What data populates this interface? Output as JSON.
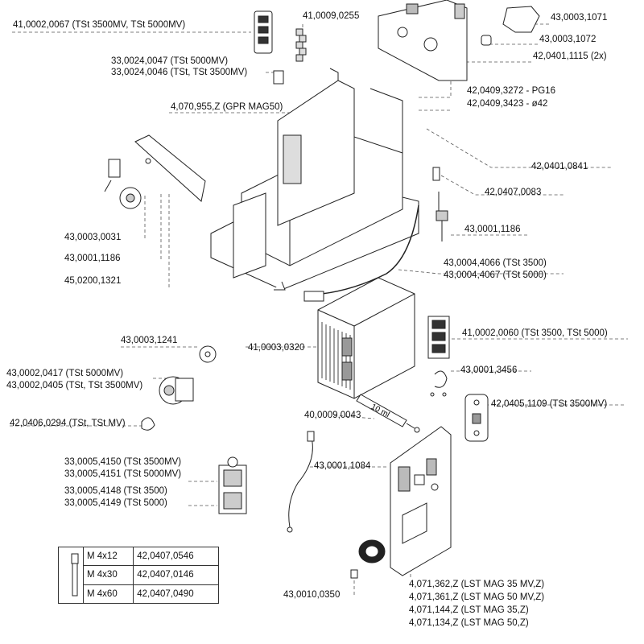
{
  "labels": {
    "l01": "41,0002,0067 (TSt 3500MV, TSt 5000MV)",
    "l02": "41,0009,0255",
    "l03": "43,0003,1071",
    "l04": "43,0003,1072",
    "l05": "42,0401,1115 (2x)",
    "l06": "33,0024,0047 (TSt 5000MV)",
    "l07": "33,0024,0046 (TSt, TSt 3500MV)",
    "l08": "42,0409,3272 - PG16",
    "l09": "42,0409,3423 - ø42",
    "l10": "4,070,955,Z  (GPR MAG50)",
    "l11": "42,0401,0841",
    "l12": "42,0407,0083",
    "l13": "43,0001,1186",
    "l14": "43,0003,0031",
    "l15": "43,0001,1186",
    "l16": "45,0200,1321",
    "l17": "43,0004,4066 (TSt 3500)",
    "l18": "43,0004,4067 (TSt 5000)",
    "l19": "43,0003,1241",
    "l20": "41,0003,0320",
    "l21": "41,0002,0060  (TSt 3500, TSt 5000)",
    "l22": "43,0002,0417 (TSt 5000MV)",
    "l23": "43,0002,0405 (TSt, TSt 3500MV)",
    "l24": "43,0001,3456",
    "l25": "42,0406,0294 (TSt, TSt MV)",
    "l26": "40,0009,0043",
    "l27": "42,0405,1109  (TSt 3500MV)",
    "l28": "43,0001,1084",
    "l29": "33,0005,4150  (TSt 3500MV)",
    "l30": "33,0005,4151  (TSt 5000MV)",
    "l31": "33,0005,4148  (TSt 3500)",
    "l32": "33,0005,4149  (TSt 5000)",
    "l33": "43,0010,0350",
    "l34": "4,071,362,Z  (LST MAG 35 MV,Z)",
    "l35": "4,071,361,Z  (LST MAG 50 MV,Z)",
    "l36": "4,071,144,Z  (LST MAG 35,Z)",
    "l37": "4,071,134,Z  (LST MAG 50,Z)",
    "syringe": "10 ml"
  },
  "fasteners": [
    {
      "size": "M 4x12",
      "part": "42,0407,0546"
    },
    {
      "size": "M 4x30",
      "part": "42,0407,0146"
    },
    {
      "size": "M 4x60",
      "part": "42,0407,0490"
    }
  ]
}
